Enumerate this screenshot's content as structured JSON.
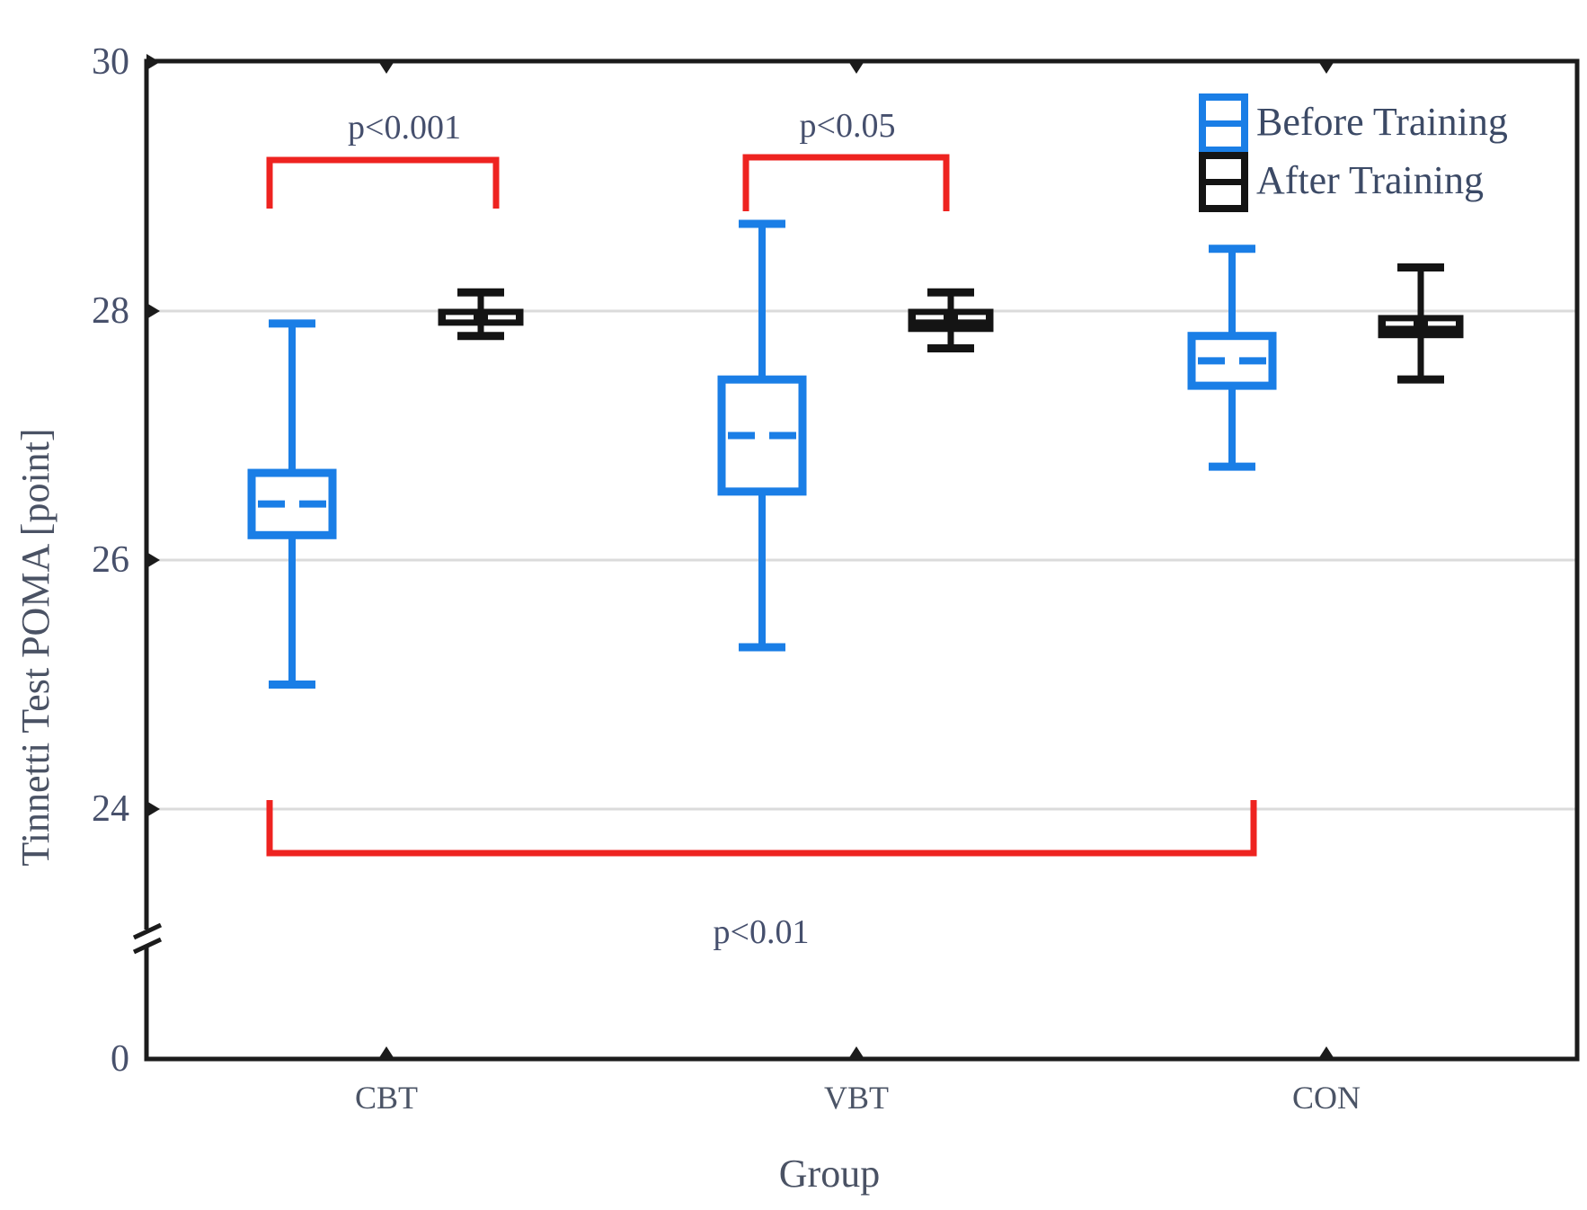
{
  "figure": {
    "background": "#ffffff"
  },
  "legend": {
    "position": "top-right",
    "items": [
      {
        "label": "Before Training",
        "color": "#1a7ee6",
        "swatch": "hollow-box-with-median"
      },
      {
        "label": "After Training",
        "color": "#141414",
        "swatch": "hollow-box-with-median"
      }
    ]
  },
  "colors": {
    "before_series": "#1a7ee6",
    "after_series": "#141414",
    "significance_bracket": "#ee2320",
    "gridline": "#dbdbdb",
    "frame": "#1b1b1b"
  },
  "chart_data": {
    "type": "boxplot",
    "title": "",
    "xlabel": "Group",
    "ylabel": "Tinnetti Test POMA [point]",
    "categories": [
      "CBT",
      "VBT",
      "CON"
    ],
    "legend_position": "top-right",
    "grid": "horizontal gridlines at 24, 26, 28",
    "axis_break": "y-axis broken between 0 and 24",
    "y_axis": {
      "ticks": [
        {
          "label": "30",
          "value": 30
        },
        {
          "label": "28",
          "value": 28
        },
        {
          "label": "26",
          "value": 26
        },
        {
          "label": "24",
          "value": 24
        },
        {
          "label": "0",
          "value": 0
        }
      ],
      "visible_range_top": [
        24,
        30
      ]
    },
    "series": [
      {
        "name": "Before Training",
        "color": "#1a7ee6",
        "style": "hollow box, dashed median",
        "boxes": [
          {
            "group": "CBT",
            "whisker_low": 25.0,
            "q1": 26.2,
            "median": 26.45,
            "q3": 26.7,
            "whisker_high": 27.9
          },
          {
            "group": "VBT",
            "whisker_low": 25.3,
            "q1": 26.55,
            "median": 27.0,
            "q3": 27.45,
            "whisker_high": 28.7
          },
          {
            "group": "CON",
            "whisker_low": 26.75,
            "q1": 27.4,
            "median": 27.6,
            "q3": 27.8,
            "whisker_high": 28.5
          }
        ]
      },
      {
        "name": "After Training",
        "color": "#141414",
        "style": "filled box, white dashed median",
        "boxes": [
          {
            "group": "CBT",
            "whisker_low": 27.8,
            "q1": 27.9,
            "median": 27.95,
            "q3": 28.0,
            "whisker_high": 28.15
          },
          {
            "group": "VBT",
            "whisker_low": 27.7,
            "q1": 27.85,
            "median": 27.95,
            "q3": 28.0,
            "whisker_high": 28.15
          },
          {
            "group": "CON",
            "whisker_low": 27.45,
            "q1": 27.8,
            "median": 27.9,
            "q3": 27.95,
            "whisker_high": 28.35
          }
        ]
      }
    ],
    "annotations": [
      {
        "label": "p<0.001",
        "compares": [
          "CBT Before Training",
          "CBT After Training"
        ]
      },
      {
        "label": "p<0.05",
        "compares": [
          "VBT Before Training",
          "VBT After Training"
        ]
      },
      {
        "label": "p<0.01",
        "compares": [
          "CBT",
          "CON"
        ]
      }
    ]
  }
}
